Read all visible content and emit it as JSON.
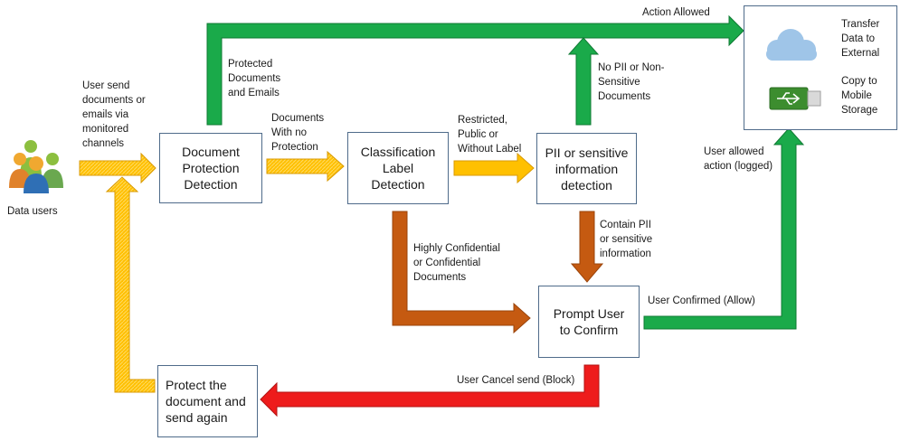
{
  "actors": {
    "data_users_label": "Data users"
  },
  "boxes": {
    "document_protection": "Document\nProtection\nDetection",
    "classification": "Classification\nLabel\nDetection",
    "pii": "PII or sensitive\ninformation\ndetection",
    "prompt": "Prompt User\nto Confirm",
    "protect_again": "Protect the\ndocument and\nsend again"
  },
  "destination": {
    "transfer_label": "Transfer\nData to\nExternal",
    "mobile_label": "Copy to\nMobile\nStorage"
  },
  "edge_labels": {
    "user_send": "User send\ndocuments or\nemails via\nmonitored\nchannels",
    "protected_docs": "Protected\nDocuments\nand Emails",
    "docs_no_protection": "Documents\nWith no\nProtection",
    "restricted_public": "Restricted,\nPublic or\nWithout Label",
    "no_pii": "No PII or Non-\nSensitive\nDocuments",
    "action_allowed": "Action Allowed",
    "user_allowed": "User allowed\naction (logged)",
    "contain_pii": "Contain PII\nor sensitive\ninformation",
    "highly_confidential": "Highly Confidential\nor Confidential\nDocuments",
    "user_confirmed": "User Confirmed (Allow)",
    "user_cancel": "User Cancel send (Block)"
  },
  "colors": {
    "allow_green": "#1aaa4a",
    "allow_green_edge": "#0f7a33",
    "flow_yellow": "#ffc000",
    "flow_yellow_edge": "#d99a00",
    "confidential_orange": "#c55a11",
    "block_red": "#ee1c1c",
    "box_border": "#4f6b8a",
    "cloud_blue": "#9fc5e8"
  },
  "icons": {
    "users": "people-group-icon",
    "cloud": "cloud-icon",
    "usb": "usb-drive-icon"
  }
}
